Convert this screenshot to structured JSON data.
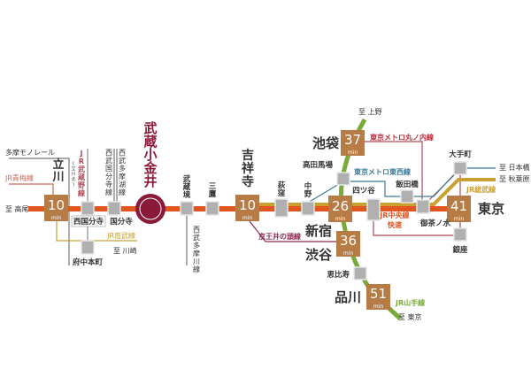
{
  "colors": {
    "chuo": "#e0561f",
    "sobu": "#c9a030",
    "yamanote": "#7aab3a",
    "home": "#8b1a3a",
    "box": "#b77c45",
    "station": "#b0b0b0"
  },
  "home_station": "武蔵小金井",
  "destinations": {
    "tachikawa": {
      "name": "立川",
      "sub": "(立川北)",
      "time": "10",
      "unit": "min"
    },
    "kichijoji": {
      "name": "吉祥寺",
      "time": "10",
      "unit": "min"
    },
    "shinjuku": {
      "name": "新宿",
      "time": "26",
      "unit": "min"
    },
    "ikebukuro": {
      "name": "池袋",
      "time": "37",
      "unit": "min"
    },
    "shibuya": {
      "name": "渋谷",
      "time": "36",
      "unit": "min"
    },
    "tokyo": {
      "name": "東京",
      "time": "41",
      "unit": "min"
    },
    "shinagawa": {
      "name": "品川",
      "time": "51",
      "unit": "min"
    }
  },
  "stations": {
    "nishikokubunji": "西国分寺",
    "kokubunji": "国分寺",
    "fuchuhonmachi": "府中本町",
    "musashisakai": "武蔵境",
    "mitaka": "三鷹",
    "ogikubo": "荻窪",
    "nakano": "中野",
    "takadanobaba": "高田馬場",
    "yotsuya": "四ツ谷",
    "iidabashi": "飯田橋",
    "ochanomizu": "御茶ノ水",
    "otemachi": "大手町",
    "ginza": "銀座",
    "ebisu": "恵比寿"
  },
  "lines": {
    "tama_monorail": "多摩モノレール",
    "ome": "JR青梅線",
    "musashino": "JR武蔵野線",
    "seibu_kokubunji": "西武国分寺線",
    "seibu_tamako": "西武多摩湖線",
    "nambu": "JR南武線",
    "seibu_tamagawa": "西武多摩川線",
    "keio_inokashira": "京王井の頭線",
    "marunouchi": "東京メトロ丸ノ内線",
    "tozai": "東京メトロ東西線",
    "chuo_rapid_1": "JR中央線",
    "chuo_rapid_2": "快速",
    "sobu": "JR総武線",
    "yamanote": "JR山手線"
  },
  "directions": {
    "takao": "至 高尾",
    "kawasaki": "至 川崎",
    "ueno": "至 上野",
    "nihonbashi": "至 日本橋",
    "akihabara": "至 秋葉原",
    "tokyo": "至 東京"
  }
}
